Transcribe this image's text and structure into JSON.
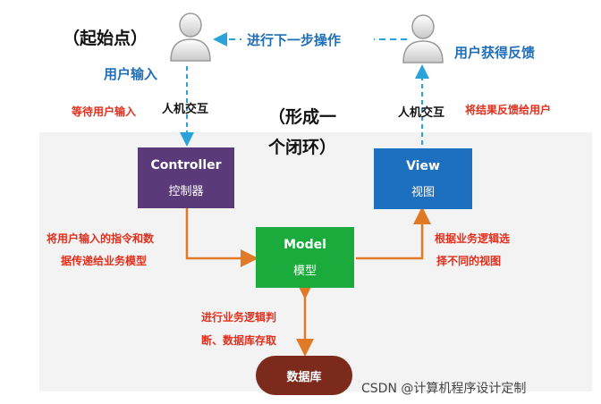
{
  "start_label": "（起始点）",
  "user_input": "用户输入",
  "wait_input": "等待用户输入",
  "hci_left": "人机交互",
  "loop_label_1": "（形成一",
  "loop_label_2": "个闭环）",
  "next_step": "进行下一步操作",
  "user_feedback": "用户获得反馈",
  "hci_right": "人机交互",
  "return_result": "将结果反馈给用户",
  "controller": {
    "en": "Controller",
    "cn": "控制器"
  },
  "view": {
    "en": "View",
    "cn": "视图"
  },
  "model": {
    "en": "Model",
    "cn": "模型"
  },
  "database": "数据库",
  "ctrl_to_model_1": "将用户输入的指令和数",
  "ctrl_to_model_2": "据传递给业务模型",
  "model_to_view_1": "根据业务逻辑选",
  "model_to_view_2": "择不同的视图",
  "model_db_1": "进行业务逻辑判",
  "model_db_2": "断、数据库存取",
  "watermark": "CSDN @计算机程序设计定制",
  "colors": {
    "controller": "#5a3a78",
    "view": "#1d6fbf",
    "model": "#1aab3c",
    "database": "#7b2a1c",
    "arrow_orange": "#e07a26",
    "arrow_blue": "#2aa3d8"
  }
}
